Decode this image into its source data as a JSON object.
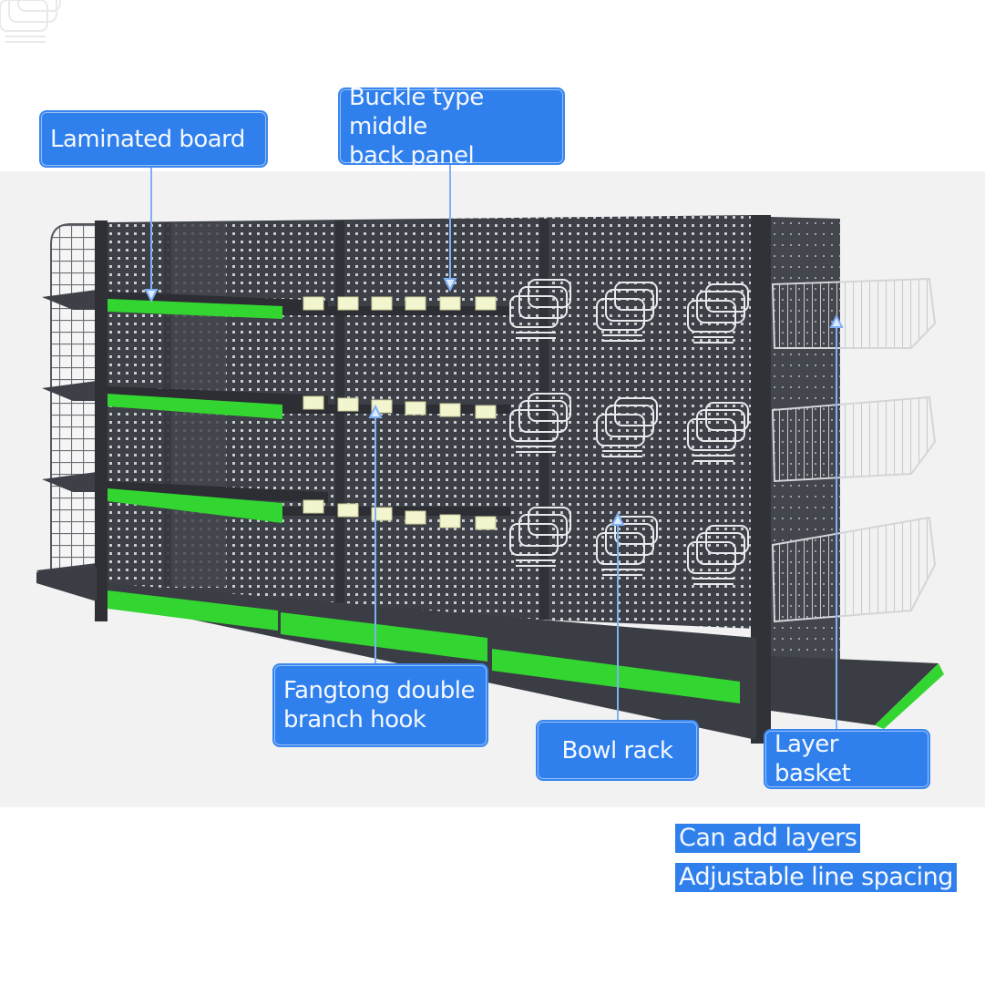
{
  "callouts": {
    "laminated_board": "Laminated board",
    "buckle_panel": "Buckle type middle back panel",
    "buckle_panel_line1": "Buckle type middle",
    "buckle_panel_line2": "back panel",
    "fangtong_hook_line1": "Fangtong double",
    "fangtong_hook_line2": "branch hook",
    "bowl_rack": "Bowl rack",
    "layer_basket": "Layer basket"
  },
  "notes": {
    "line1": "Can add layers",
    "line2": "Adjustable line spacing"
  },
  "colors": {
    "callout_blue": "#2f80ed",
    "shelf_dark": "#3d4047",
    "accent_green": "#33d631",
    "background_band": "#f2f2f2"
  }
}
